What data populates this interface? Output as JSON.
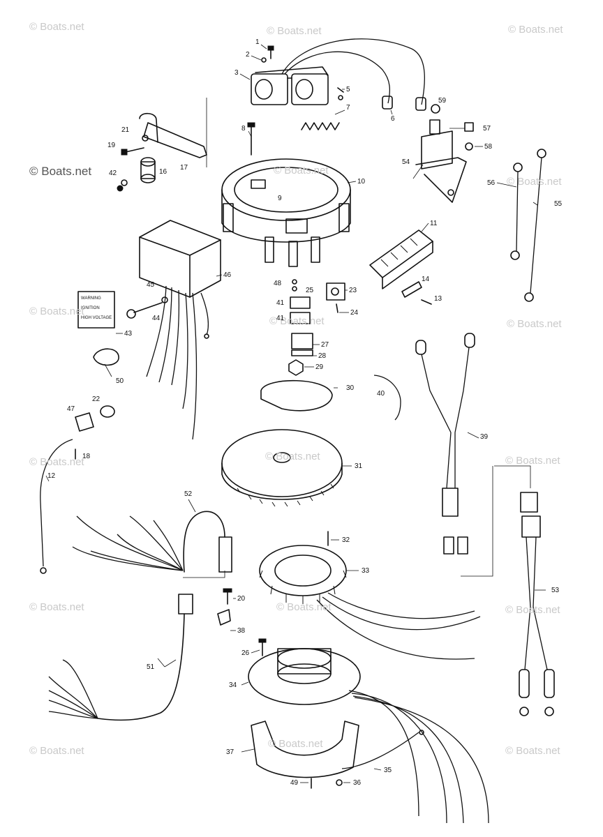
{
  "watermark": "© Boats.net",
  "decal_text": [
    "WARNING",
    "IGNITION",
    "HIGH VOLTAGE"
  ],
  "part_labels": {
    "p1": "1",
    "p2": "2",
    "p3": "3",
    "p5": "5",
    "p6": "6",
    "p7": "7",
    "p8": "8",
    "p9": "9",
    "p10": "10",
    "p11": "11",
    "p12": "12",
    "p13": "13",
    "p14": "14",
    "p16": "16",
    "p17": "17",
    "p18": "18",
    "p19": "19",
    "p20": "20",
    "p21": "21",
    "p22": "22",
    "p23": "23",
    "p24": "24",
    "p25": "25",
    "p26": "26",
    "p27": "27",
    "p28": "28",
    "p29": "29",
    "p30": "30",
    "p31": "31",
    "p32": "32",
    "p33": "33",
    "p34": "34",
    "p35": "35",
    "p36": "36",
    "p37": "37",
    "p38": "38",
    "p39": "39",
    "p40": "40",
    "p41": "41",
    "p42": "42",
    "p43": "43",
    "p44": "44",
    "p45": "45",
    "p46": "46",
    "p47": "47",
    "p48": "48",
    "p49": "49",
    "p50": "50",
    "p51": "51",
    "p52": "52",
    "p53": "53",
    "p54": "54",
    "p55": "55",
    "p56": "56",
    "p57": "57",
    "p58": "58",
    "p59": "59"
  }
}
